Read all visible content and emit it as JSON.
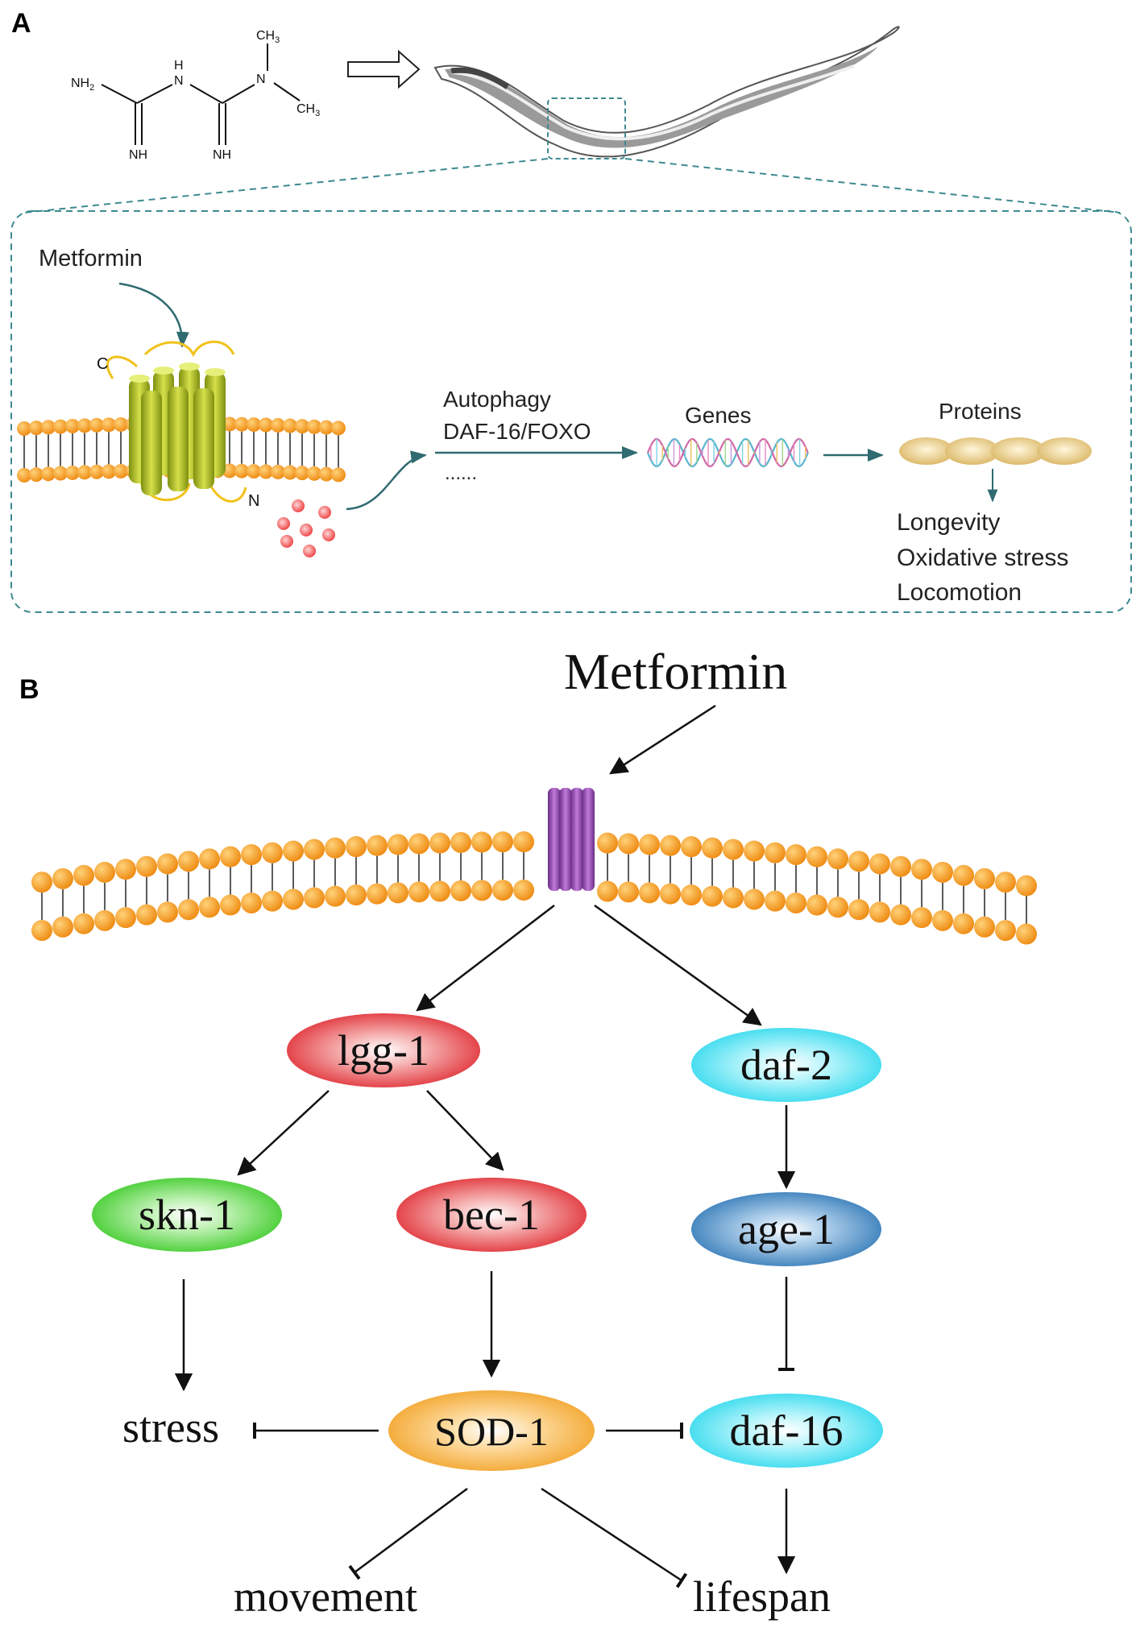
{
  "panel_a": {
    "label": "A",
    "structure": {
      "nh2": "NH",
      "nh2_sub": "2",
      "nh_top": "H",
      "n_top": "N",
      "n_dim": "N",
      "ch3_a": "CH",
      "ch3_a_sub": "3",
      "ch3_b": "CH",
      "ch3_b_sub": "3",
      "imine_left": "NH",
      "imine_right": "NH"
    },
    "metformin_label": "Metformin",
    "protein_c": "C",
    "protein_n": "N",
    "pathway_line1": "Autophagy",
    "pathway_line2": "DAF-16/FOXO",
    "pathway_line3": "......",
    "genes_label": "Genes",
    "proteins_label": "Proteins",
    "outcome_1": "Longevity",
    "outcome_2": "Oxidative stress",
    "outcome_3": "Locomotion"
  },
  "panel_b": {
    "label": "B",
    "metformin_label": "Metformin",
    "nodes": {
      "lgg1": "lgg-1",
      "daf2": "daf-2",
      "skn1": "skn-1",
      "bec1": "bec-1",
      "age1": "age-1",
      "sod1": "SOD-1",
      "daf16": "daf-16"
    },
    "outputs": {
      "stress": "stress",
      "movement": "movement",
      "lifespan": "lifespan"
    }
  },
  "colors": {
    "lipid_head": "#f39a1a",
    "channel": "#9b4fb0",
    "dashed_box": "#3d8a8f",
    "red_node": "#e0242a",
    "cyan_node": "#2fd9ee",
    "green_node": "#3ccb22",
    "blue_node": "#2f78b6",
    "orange_node": "#f4a52a"
  }
}
